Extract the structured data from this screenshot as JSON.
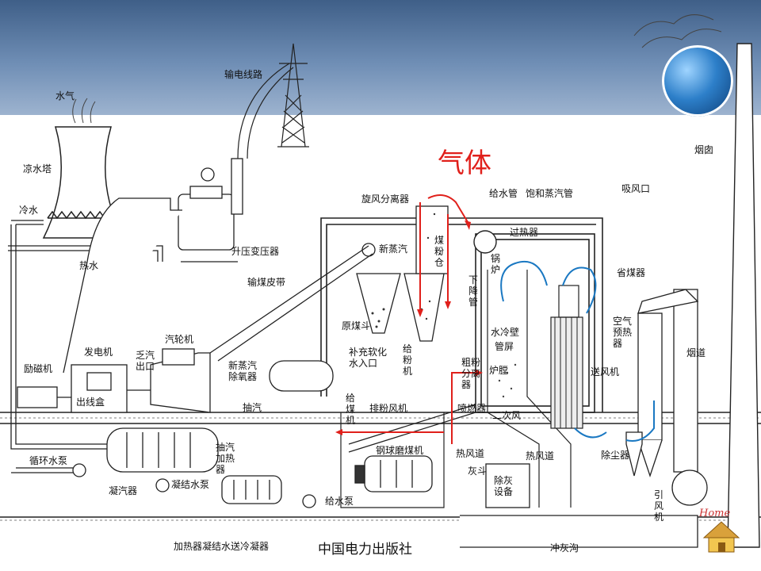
{
  "handwritten_note": "气体",
  "publisher": "中国电力出版社",
  "home_button": "Home",
  "colors": {
    "banner": "#4f6f98",
    "red_flow": "#e0201b",
    "blue_flow": "#1a78c2",
    "line": "#222222"
  },
  "labels": {
    "water_vapor": "水气",
    "transmission_line": "输电线路",
    "cooling_tower": "凉水塔",
    "cold_water": "冷水",
    "hot_water": "热水",
    "step_up_transformer": "升压变压器",
    "cyclone_separator": "旋风分离器",
    "feedwater_pipe": "给水管",
    "saturated_steam_pipe": "饱和蒸汽管",
    "air_intake": "吸风口",
    "chimney": "烟囱",
    "superheater": "过热器",
    "new_steam": "新蒸汽",
    "coal_powder_bin": "煤粉仓",
    "downcomer": "下降管",
    "boiler_drum": "锅炉",
    "economizer": "省煤器",
    "coal_belt": "输煤皮带",
    "raw_coal_hopper": "原煤斗",
    "makeup_water_inlet": "补充软化水入口",
    "powder_feeder": "给粉机",
    "water_wall": "水冷壁",
    "platen": "管屏",
    "furnace": "炉膛",
    "air_preheater": "空气预热器",
    "flue": "烟道",
    "coarse_separator": "粗粉分离器",
    "forced_fan": "送风机",
    "exciter": "励磁机",
    "generator": "发电机",
    "exhaust_outlet": "乏汽出口",
    "turbine": "汽轮机",
    "deaerator": "新蒸汽除氧器",
    "terminal_box": "出线盒",
    "extraction_steam": "抽汽",
    "coal_feeder": "给煤机",
    "exhaust_fan": "排粉风机",
    "burner": "喷燃器",
    "secondary_air": "二次风",
    "circulating_pump": "循环水泵",
    "extraction_heater": "抽汽加热器",
    "ball_mill": "钢球磨煤机",
    "hot_air_duct": "热风道",
    "hot_air_duct2": "热风道",
    "dust_collector": "除尘器",
    "ash_hopper": "灰斗",
    "condenser": "凝汽器",
    "condensate_pump": "凝结水泵",
    "feed_pump": "给水泵",
    "ash_removal": "除灰设备",
    "induced_fan": "引风机",
    "heater_cooler": "加热器凝结水送冷凝器",
    "ash_trench": "冲灰沟"
  }
}
